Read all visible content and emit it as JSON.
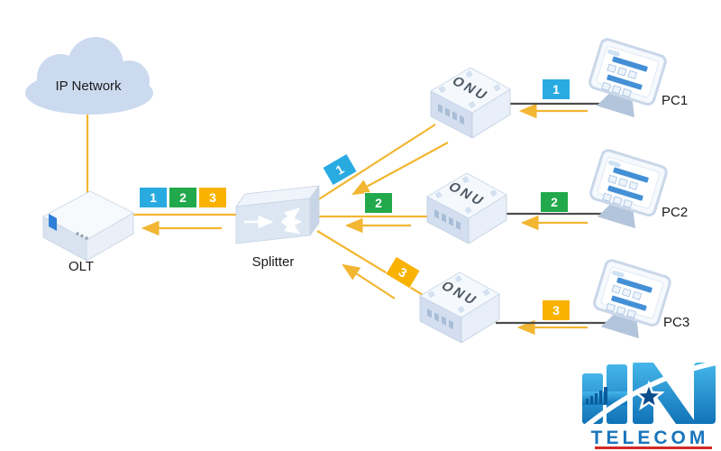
{
  "nodes": {
    "cloud": "IP Network",
    "olt": "OLT",
    "splitter": "Splitter",
    "onu": "ONU",
    "pc1": "PC1",
    "pc2": "PC2",
    "pc3": "PC3"
  },
  "packets": {
    "p1": "1",
    "p2": "2",
    "p3": "3"
  },
  "colors": {
    "packet_1": "#29ABE2",
    "packet_2": "#21A94B",
    "packet_3": "#F9B200",
    "fiber_line": "#F2B632",
    "ethernet_line": "#4D4D4D",
    "cloud_fill": "#CBDAEF",
    "logo_blue": "#1B75BC",
    "logo_underline_red": "#D22B27"
  },
  "logo": {
    "text": "TELECOM"
  }
}
